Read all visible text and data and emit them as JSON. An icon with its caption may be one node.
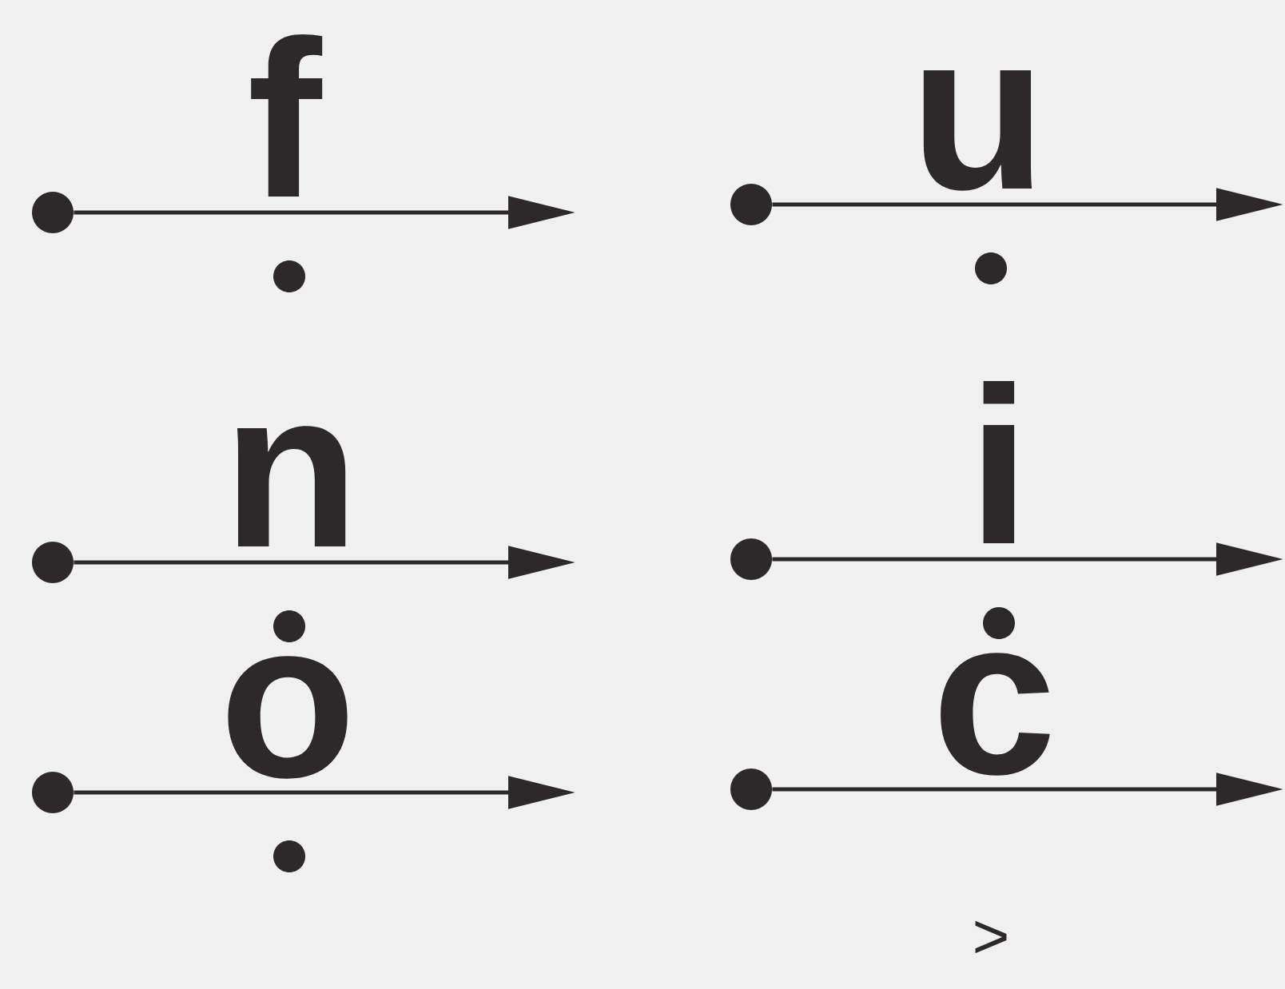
{
  "diagram": {
    "nodes": [
      {
        "text": [],
        "shape": "circle"
      },
      {
        "text": [],
        "shape": "circle"
      },
      {
        "text": [],
        "shape": "circle"
      },
      {
        "text": [],
        "shape": "circle"
      },
      {
        "text": [],
        "shape": "circle"
      },
      {
        "text": [],
        "shape": "circle"
      }
    ],
    "edges": [
      {
        "from": 0,
        "to": null,
        "arrow": "to",
        "label": "f"
      },
      {
        "from": 1,
        "to": null,
        "arrow": "to",
        "label": "u"
      },
      {
        "from": 2,
        "to": null,
        "arrow": "to",
        "label": "n"
      },
      {
        "from": 3,
        "to": null,
        "arrow": "to",
        "label": "i"
      },
      {
        "from": 4,
        "to": null,
        "arrow": "to",
        "label": "o"
      },
      {
        "from": 5,
        "to": null,
        "arrow": "to",
        "label": "c"
      }
    ],
    "labels": [
      ">"
    ]
  }
}
